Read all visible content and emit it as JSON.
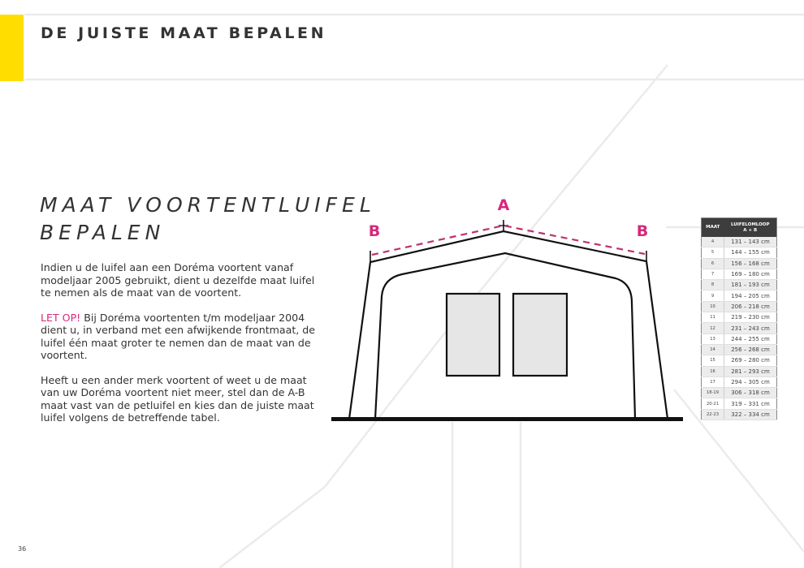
{
  "header": {
    "title": "DE JUISTE MAAT BEPALEN",
    "accent_color": "#ffdd00"
  },
  "section": {
    "title_line1": "MAAT VOORTENTLUIFEL",
    "title_line2": "BEPALEN"
  },
  "body": {
    "paragraph1": "Indien u de luifel aan een Doréma voortent vanaf modeljaar 2005 gebruikt, dient u dezelfde maat luifel te nemen als de maat van de voortent.",
    "warning_label": "LET OP!",
    "paragraph2": " Bij Doréma voortenten t/m modeljaar 2004 dient u, in verband met een afwijkende frontmaat, de luifel één maat groter te nemen dan de maat van de voortent.",
    "paragraph3": "Heeft u een ander merk voortent of weet u de maat van uw Doréma voortent niet meer, stel dan de A-B maat vast van de petluifel en kies dan de juiste maat luifel volgens de betreffende tabel.",
    "warning_color": "#d6287c"
  },
  "diagram": {
    "label_a": "A",
    "label_b_left": "B",
    "label_b_right": "B",
    "label_color": "#d6287c"
  },
  "size_table": {
    "headers": [
      "MAAT",
      "LUIFELOMLOOP",
      "A + B"
    ],
    "header_bg": "#3d3d3d",
    "rows": [
      {
        "maat": "4",
        "range": "131 – 143 cm"
      },
      {
        "maat": "5",
        "range": "144 – 155 cm"
      },
      {
        "maat": "6",
        "range": "156 – 168 cm"
      },
      {
        "maat": "7",
        "range": "169 – 180 cm"
      },
      {
        "maat": "8",
        "range": "181 – 193 cm"
      },
      {
        "maat": "9",
        "range": "194 – 205 cm"
      },
      {
        "maat": "10",
        "range": "206 – 218 cm"
      },
      {
        "maat": "11",
        "range": "219 – 230 cm"
      },
      {
        "maat": "12",
        "range": "231 – 243 cm"
      },
      {
        "maat": "13",
        "range": "244 – 255 cm"
      },
      {
        "maat": "14",
        "range": "256 – 268 cm"
      },
      {
        "maat": "15",
        "range": "269 – 280 cm"
      },
      {
        "maat": "16",
        "range": "281 – 293 cm"
      },
      {
        "maat": "17",
        "range": "294 – 305 cm"
      },
      {
        "maat": "18-19",
        "range": "306 – 318 cm"
      },
      {
        "maat": "20-21",
        "range": "319 – 331 cm"
      },
      {
        "maat": "22-23",
        "range": "322 – 334 cm"
      }
    ]
  },
  "footer": {
    "page_number": "36"
  }
}
